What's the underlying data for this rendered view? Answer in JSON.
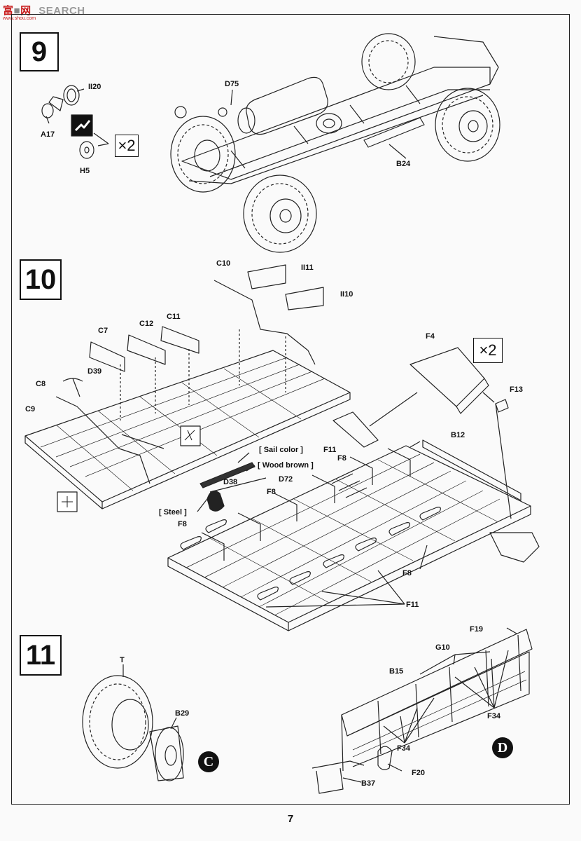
{
  "watermark": {
    "logo": "富",
    "logo_mid": "网",
    "logo_end": "SEARCH",
    "url": "www.shou.com"
  },
  "steps": {
    "s9": "9",
    "s10": "10",
    "s11": "11"
  },
  "multipliers": {
    "m9": "×2",
    "m10": "×2"
  },
  "step9_labels": {
    "ii20": "II20",
    "a17": "A17",
    "h5": "H5",
    "d75": "D75",
    "b24": "B24"
  },
  "step10_labels": {
    "c10": "C10",
    "ii11": "II11",
    "ii10": "II10",
    "c7": "C7",
    "c12": "C12",
    "c11": "C11",
    "d39": "D39",
    "c8": "C8",
    "c9": "C9",
    "f4": "F4",
    "f13": "F13",
    "b12": "B12",
    "f11_top": "F11",
    "f8_top": "F8",
    "d38": "D38",
    "d72": "D72",
    "f8_mid": "F8",
    "f8_left": "F8",
    "f8_right": "F8",
    "f11_bottom": "F11"
  },
  "paints": {
    "sail": "[ Sail color ]",
    "wood": "[ Wood brown ]",
    "steel": "[ Steel ]"
  },
  "step11_labels": {
    "t": "T",
    "b29": "B29",
    "f19": "F19",
    "g10": "G10",
    "b15": "B15",
    "f34_right": "F34",
    "f34_left": "F34",
    "f20": "F20",
    "b37": "B37"
  },
  "sub_assemblies": {
    "c": "C",
    "d": "D"
  },
  "page_number": "7"
}
